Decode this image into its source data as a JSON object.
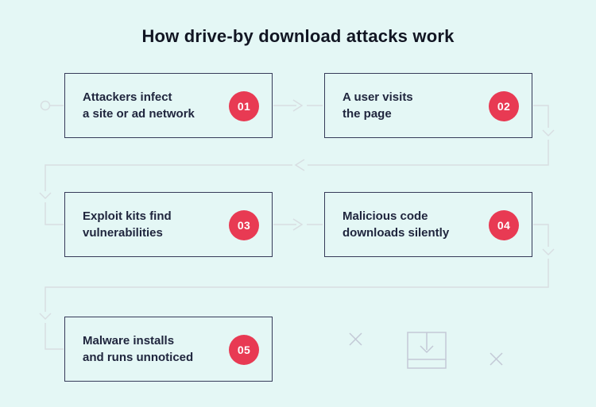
{
  "title": "How drive-by download attacks work",
  "steps": [
    {
      "number": "01",
      "line1": "Attackers infect",
      "line2": "a site or ad network"
    },
    {
      "number": "02",
      "line1": "A user visits",
      "line2": "the page"
    },
    {
      "number": "03",
      "line1": "Exploit kits find",
      "line2": "vulnerabilities"
    },
    {
      "number": "04",
      "line1": "Malicious code",
      "line2": "downloads silently"
    },
    {
      "number": "05",
      "line1": "Malware installs",
      "line2": "and runs unnoticed"
    }
  ],
  "colors": {
    "background": "#e4f7f5",
    "box_border": "#363b59",
    "box_text": "#20263e",
    "badge_fill": "#e83a53",
    "badge_text": "#ffffff",
    "connector_line": "#d8dee2",
    "decoration_gray": "#c3c9d6",
    "title_text": "#121623"
  },
  "decorations": [
    {
      "icon": "x-icon"
    },
    {
      "icon": "download-icon"
    },
    {
      "icon": "x-icon"
    }
  ]
}
